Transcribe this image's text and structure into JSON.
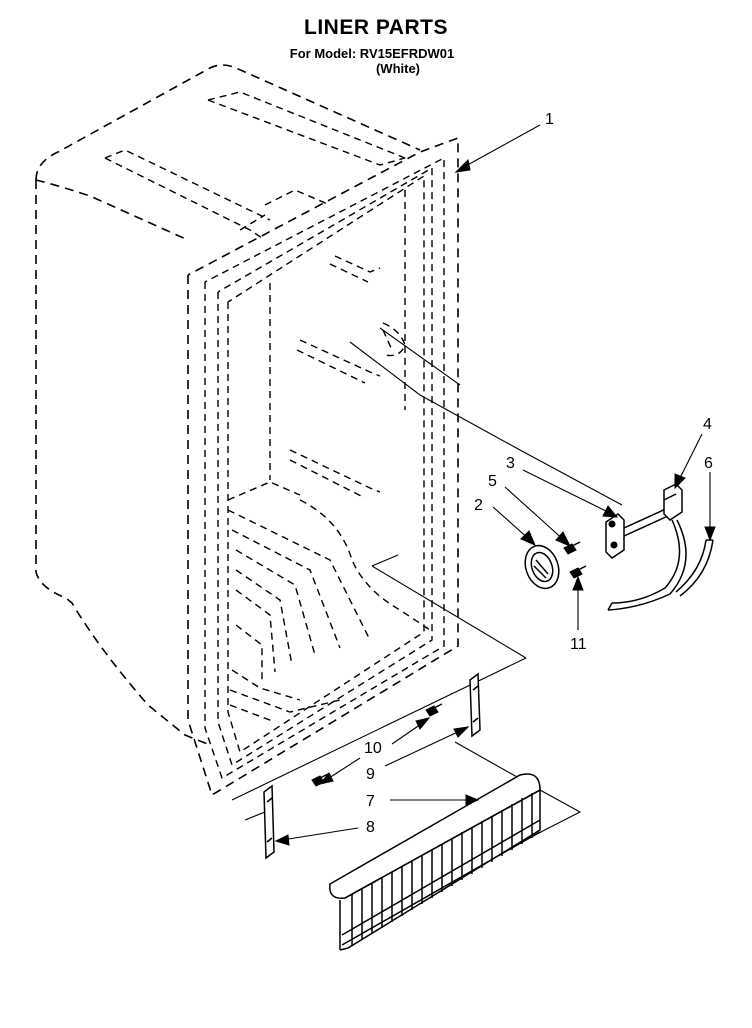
{
  "header": {
    "title": "LINER PARTS",
    "model_line": "For Model: RV15EFRDW01",
    "color_line": "(White)"
  },
  "callouts": {
    "c1": "1",
    "c2": "2",
    "c3": "3",
    "c4": "4",
    "c5": "5",
    "c6": "6",
    "c7": "7",
    "c8": "8",
    "c9": "9",
    "c10": "10",
    "c11": "11"
  }
}
